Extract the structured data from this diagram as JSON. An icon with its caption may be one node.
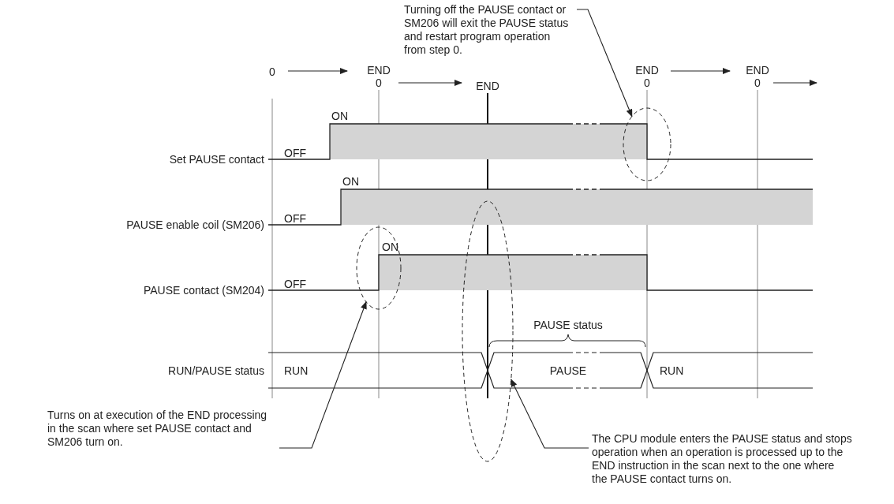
{
  "diagram": {
    "nodes": [
      {
        "text": [
          "Turning off the PAUSE contact or SM206 will exit the PAUSE status and restart program operation from step 0."
        ]
      },
      {
        "text": [],
        "shape": "ellipse"
      },
      {
        "text": [],
        "shape": "ellipse"
      },
      {
        "text": [],
        "shape": "ellipse"
      },
      {
        "text": [
          "Turns on at execution of the END processing in the scan where set PAUSE contact and SM206 turn on."
        ]
      },
      {
        "text": [
          "The CPU module enters the PAUSE status and stops operation when an operation is processed up to the END instruction in the scan next to the one where the PAUSE contact turns on."
        ]
      }
    ],
    "edges": [
      {
        "from": 0,
        "to": 1,
        "arrow": "to"
      },
      {
        "from": 4,
        "to": 2,
        "arrow": "to"
      },
      {
        "from": 5,
        "to": 3,
        "arrow": "to"
      }
    ],
    "labels": [
      "0",
      "END",
      "0",
      "END",
      "END",
      "0",
      "END",
      "0",
      "ON",
      "OFF",
      "Set PAUSE contact",
      "ON",
      "OFF",
      "PAUSE enable coil (SM206)",
      "ON",
      "OFF",
      "PAUSE contact (SM204)",
      "PAUSE status",
      "RUN/PAUSE status",
      "RUN",
      "PAUSE",
      "RUN"
    ]
  }
}
